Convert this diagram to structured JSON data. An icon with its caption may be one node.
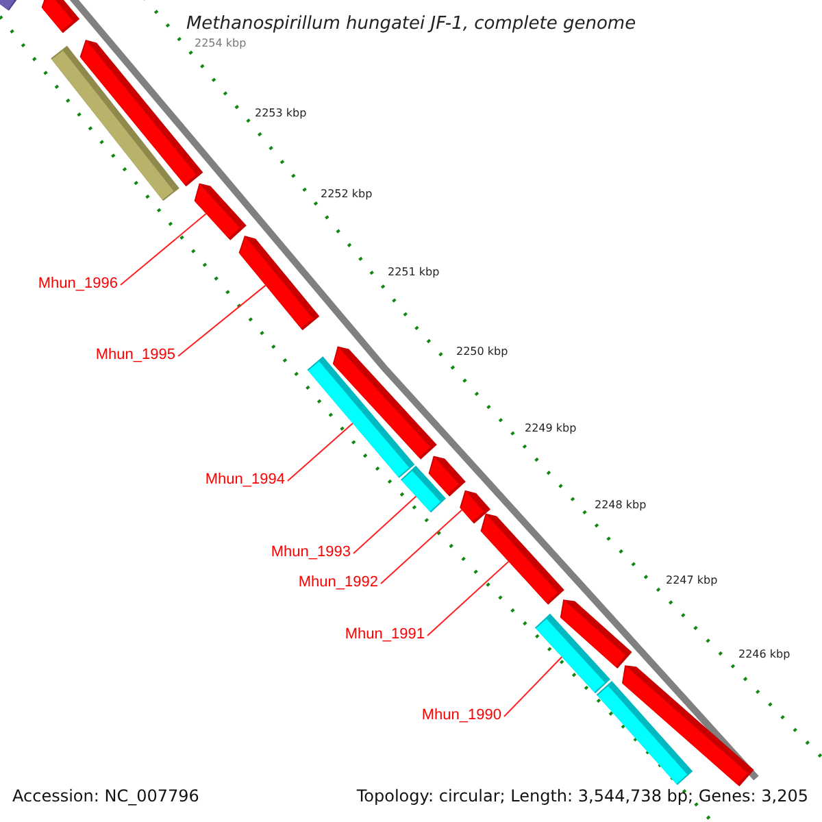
{
  "diagram": {
    "title": "Methanospirillum hungatei JF-1, complete genome",
    "nodes": [
      {
        "text": [],
        "shape": "bar"
      },
      {
        "text": [],
        "shape": "bar"
      },
      {
        "text": [],
        "shape": "bar"
      },
      {
        "text": [],
        "shape": "bar"
      },
      {
        "text": [],
        "shape": "bar"
      },
      {
        "text": [],
        "shape": "bar"
      },
      {
        "text": [],
        "shape": "bar"
      },
      {
        "text": [],
        "shape": "bar"
      },
      {
        "text": [],
        "shape": "bar"
      },
      {
        "text": [],
        "shape": "bar"
      },
      {
        "text": [],
        "shape": "bar"
      },
      {
        "text": [],
        "shape": "bar"
      },
      {
        "text": [],
        "shape": "bar"
      },
      {
        "text": [],
        "shape": "bar"
      },
      {
        "text": [],
        "shape": "bar"
      },
      {
        "text": [],
        "shape": "bar"
      },
      {
        "text": [
          "Mhun_1996"
        ]
      },
      {
        "text": [
          "Mhun_1995"
        ]
      },
      {
        "text": [
          "Mhun_1994"
        ]
      },
      {
        "text": [
          "Mhun_1993"
        ]
      },
      {
        "text": [
          "Mhun_1992"
        ]
      },
      {
        "text": [
          "Mhun_1991"
        ]
      },
      {
        "text": [
          "Mhun_1990"
        ]
      }
    ],
    "edges": [
      {
        "from": 16,
        "to": 4,
        "arrow": "none"
      },
      {
        "from": 17,
        "to": 5,
        "arrow": "none"
      },
      {
        "from": 18,
        "to": 7,
        "arrow": "none"
      },
      {
        "from": 19,
        "to": 8,
        "arrow": "none"
      },
      {
        "from": 20,
        "to": 10,
        "arrow": "none"
      },
      {
        "from": 21,
        "to": 11,
        "arrow": "none"
      },
      {
        "from": 22,
        "to": 13,
        "arrow": "none"
      }
    ],
    "labels": [
      "2254 kbp",
      "2253 kbp",
      "2252 kbp",
      "2251 kbp",
      "2250 kbp",
      "2249 kbp",
      "2248 kbp",
      "2247 kbp",
      "2246 kbp",
      "Accession: NC_007796",
      "Topology: circular; Length: 3,544,738 bp; Genes: 3,205"
    ]
  }
}
